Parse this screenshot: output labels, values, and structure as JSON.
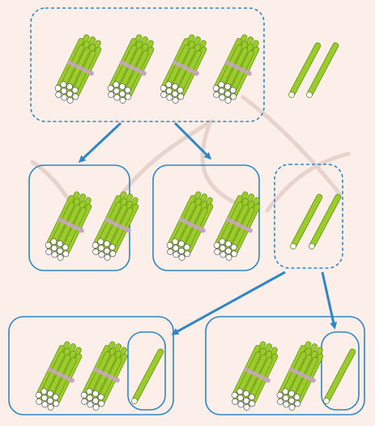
{
  "colors": {
    "background": "#fcefe9",
    "outline": "#2e86c8",
    "stick_fill": "#9ccc2c",
    "stick_dark": "#5f8f12",
    "stick_end": "#ffffff",
    "band": "#c9a3c4",
    "watermark": "#e7d2cc"
  },
  "diagram": {
    "top_group": {
      "bundles_of_ten": 4,
      "single_sticks": 2
    },
    "split_step": [
      {
        "bundles_of_ten": 2,
        "single_sticks": 0
      },
      {
        "bundles_of_ten": 2,
        "single_sticks": 0
      },
      {
        "bundles_of_ten": 0,
        "single_sticks": 2
      }
    ],
    "final_step": [
      {
        "bundles_of_ten": 2,
        "single_sticks": 1
      },
      {
        "bundles_of_ten": 2,
        "single_sticks": 1
      }
    ]
  }
}
